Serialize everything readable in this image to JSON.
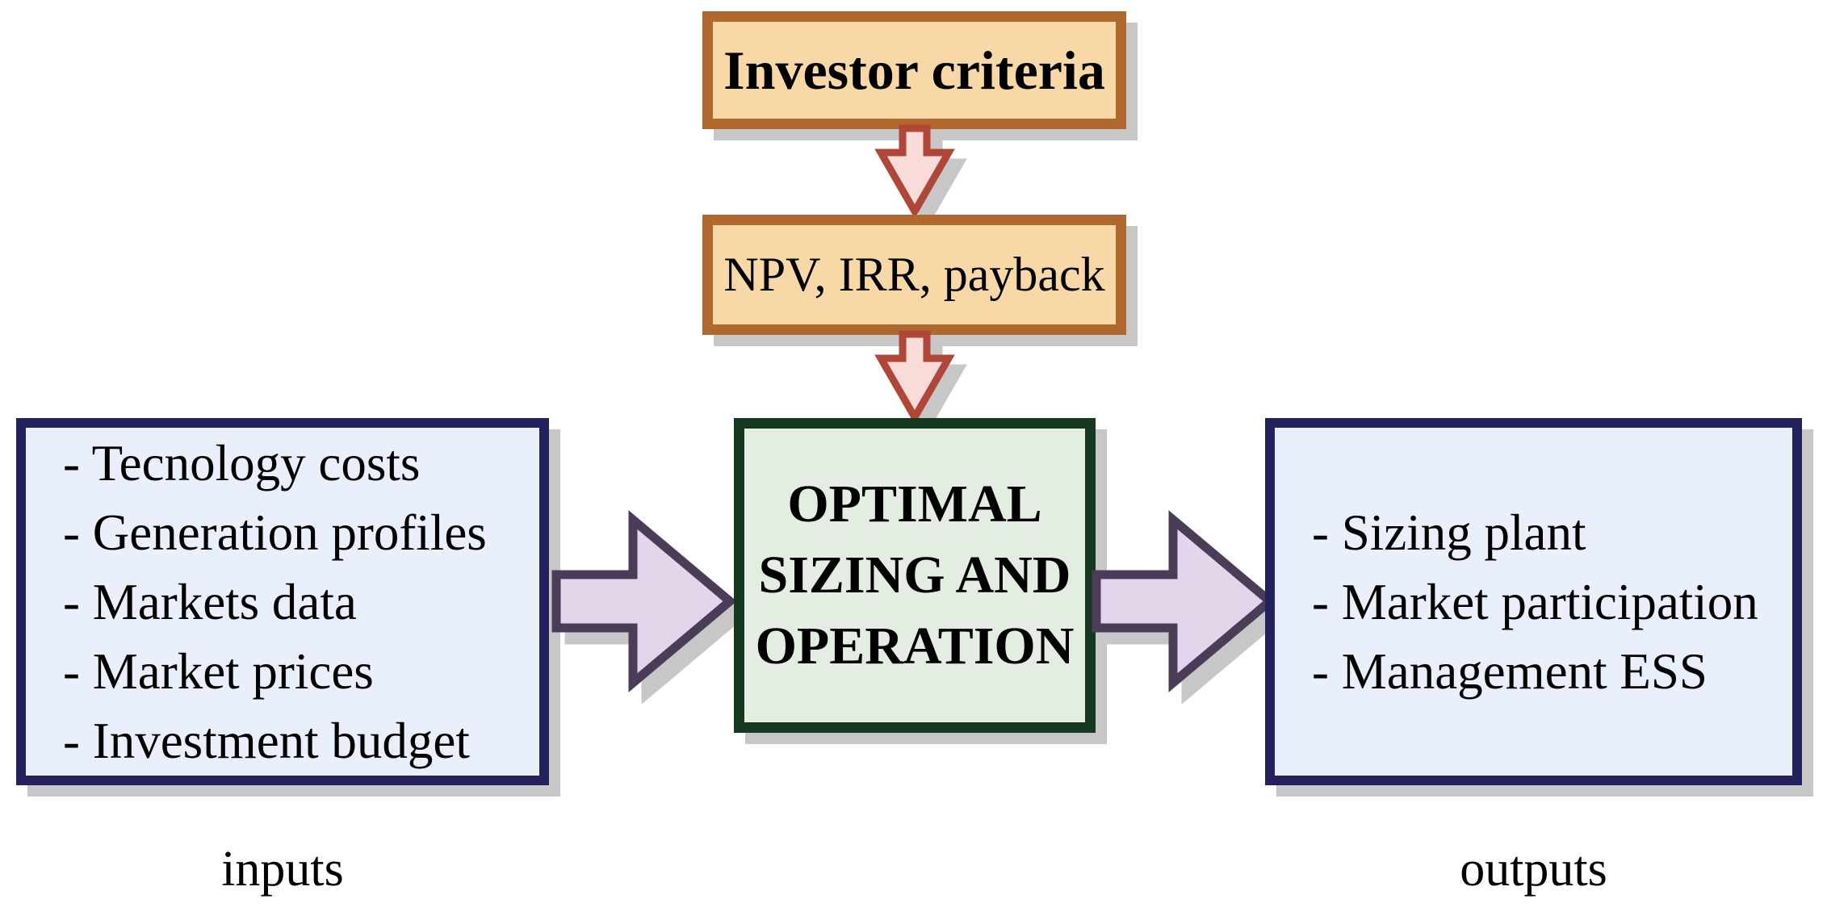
{
  "investor_box": {
    "label": "Investor criteria"
  },
  "npv_box": {
    "label": "NPV, IRR, payback"
  },
  "center_box": {
    "label": "OPTIMAL\nSIZING AND\nOPERATION"
  },
  "inputs_box": {
    "items": [
      "- Tecnology costs",
      "- Generation profiles",
      "- Markets data",
      "- Market prices",
      "- Investment budget"
    ]
  },
  "outputs_box": {
    "items": [
      "- Sizing plant",
      "- Market participation",
      "- Management ESS"
    ]
  },
  "captions": {
    "inputs": "inputs",
    "outputs": "outputs"
  },
  "colors": {
    "orange_fill": "#f8d8a6",
    "orange_border": "#b0682e",
    "pink_arrow_fill": "#f9dbd9",
    "red_arrow_border": "#b04637",
    "green_fill": "#e4ede2",
    "green_border": "#15381f",
    "blue_fill": "#e9f0fb",
    "navy_border": "#23215e",
    "lavender_arrow_fill": "#e3d6ea",
    "purple_arrow_border": "#4b3c58",
    "shadow": "#c7c7c7",
    "text": "#000000"
  }
}
